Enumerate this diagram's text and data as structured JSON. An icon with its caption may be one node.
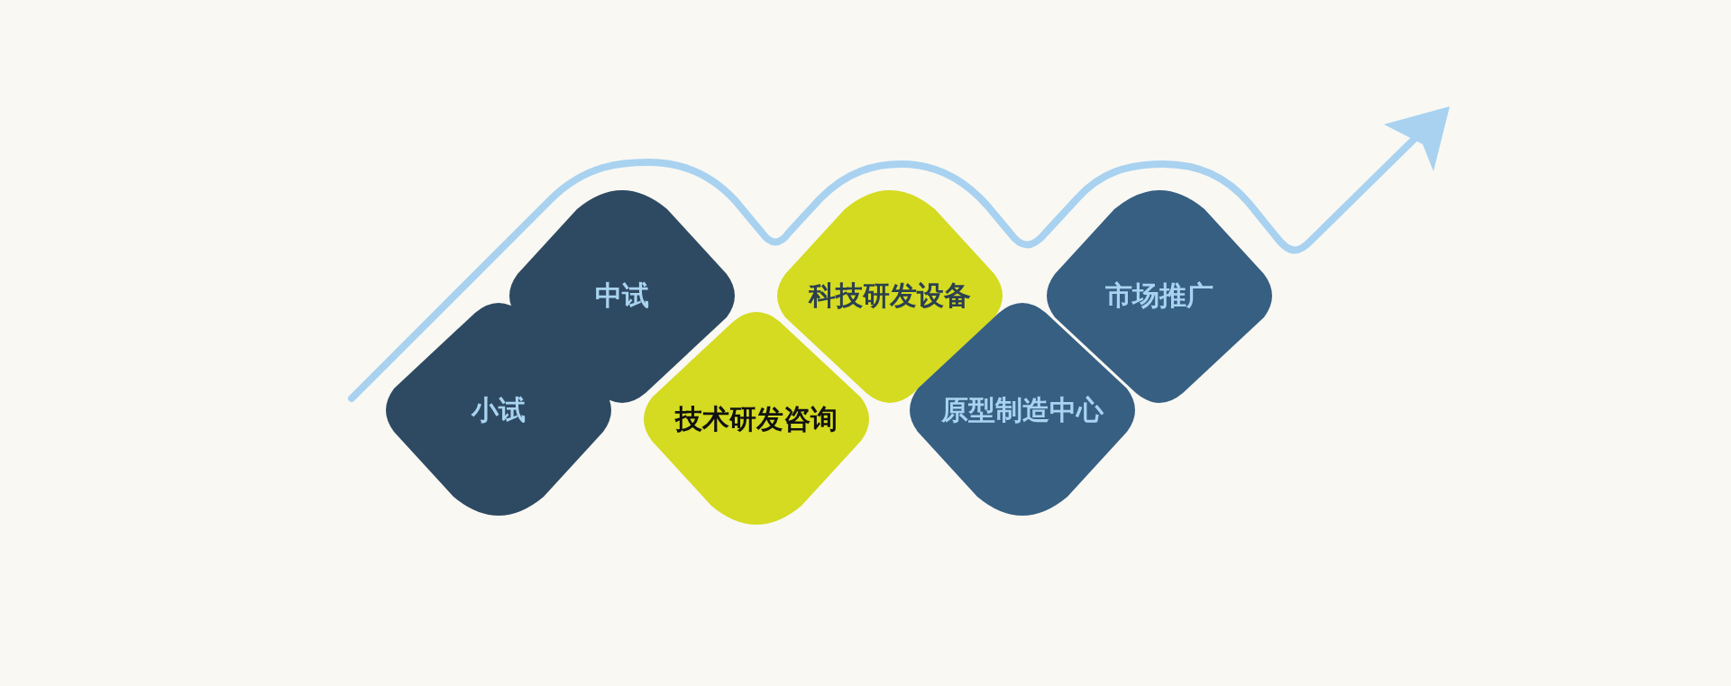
{
  "diagram": {
    "nodes": [
      {
        "text": [
          "小试"
        ]
      },
      {
        "text": [
          "中试"
        ]
      },
      {
        "text": [
          "技术研发咨询"
        ]
      },
      {
        "text": [
          "科技研发设备"
        ]
      },
      {
        "text": [
          "原型制造中心"
        ]
      },
      {
        "text": [
          "市场推广"
        ]
      }
    ]
  }
}
